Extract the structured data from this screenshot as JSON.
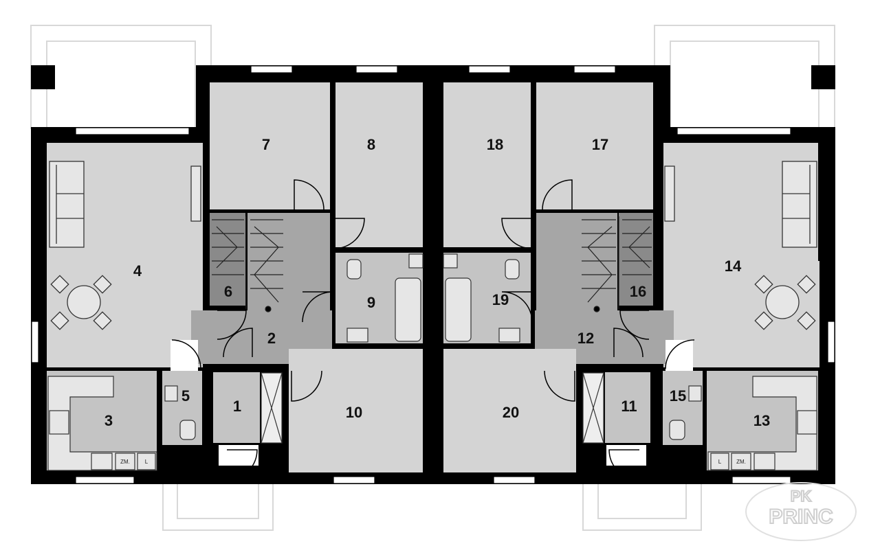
{
  "rooms": [
    {
      "number": "1",
      "fill": "#c4c4c4"
    },
    {
      "number": "2",
      "fill": "#a6a6a6"
    },
    {
      "number": "3",
      "fill": "#c4c4c4"
    },
    {
      "number": "4",
      "fill": "#d4d4d4"
    },
    {
      "number": "5",
      "fill": "#c4c4c4"
    },
    {
      "number": "6",
      "fill": "#8a8a8a"
    },
    {
      "number": "7",
      "fill": "#d4d4d4"
    },
    {
      "number": "8",
      "fill": "#d4d4d4"
    },
    {
      "number": "9",
      "fill": "#c4c4c4"
    },
    {
      "number": "10",
      "fill": "#d4d4d4"
    },
    {
      "number": "11",
      "fill": "#c4c4c4"
    },
    {
      "number": "12",
      "fill": "#a6a6a6"
    },
    {
      "number": "13",
      "fill": "#c4c4c4"
    },
    {
      "number": "14",
      "fill": "#d4d4d4"
    },
    {
      "number": "15",
      "fill": "#c4c4c4"
    },
    {
      "number": "16",
      "fill": "#8a8a8a"
    },
    {
      "number": "17",
      "fill": "#d4d4d4"
    },
    {
      "number": "18",
      "fill": "#d4d4d4"
    },
    {
      "number": "19",
      "fill": "#c4c4c4"
    },
    {
      "number": "20",
      "fill": "#d4d4d4"
    }
  ],
  "fixtures": {
    "left": {
      "fridge": "ZM.",
      "dishwasher": "L"
    },
    "right": {
      "fridge": "ZM.",
      "dishwasher": "L"
    }
  },
  "watermark": {
    "line1": "PK",
    "line2": "PRINC"
  },
  "colors": {
    "wall": "#000000",
    "terrace_outline": "#d8d8d8",
    "fixture_stroke": "#333333"
  }
}
